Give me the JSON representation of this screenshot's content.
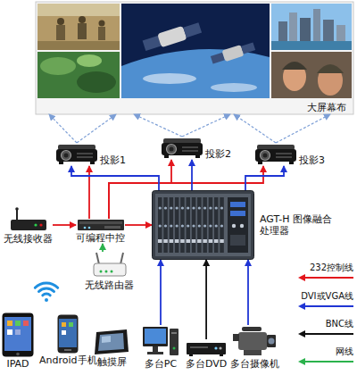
{
  "diagram": {
    "nodes": [
      {
        "text": [
          "大屏幕布"
        ]
      },
      {
        "text": [
          "投影1"
        ]
      },
      {
        "text": [
          "投影2"
        ]
      },
      {
        "text": [
          "投影3"
        ]
      },
      {
        "text": [
          "无线接收器"
        ]
      },
      {
        "text": [
          "可编程中控"
        ]
      },
      {
        "text": [
          "AGT-H 图像融合处理器"
        ]
      },
      {
        "text": [
          "无线路由器"
        ]
      },
      {
        "text": [
          "IPAD"
        ]
      },
      {
        "text": [
          "Android手机"
        ]
      },
      {
        "text": [
          "触摸屏"
        ]
      },
      {
        "text": [
          "多台PC"
        ]
      },
      {
        "text": [
          "多台DVD"
        ]
      },
      {
        "text": [
          "多台摄像机"
        ]
      }
    ],
    "edges": [
      {
        "from": 4,
        "to": 5,
        "arrow": "to"
      },
      {
        "from": 5,
        "to": 6,
        "arrow": "to"
      },
      {
        "from": 5,
        "to": 1,
        "arrow": "to"
      },
      {
        "from": 5,
        "to": 2,
        "arrow": "to"
      },
      {
        "from": 5,
        "to": 3,
        "arrow": "to"
      },
      {
        "from": 6,
        "to": 1,
        "arrow": "to"
      },
      {
        "from": 6,
        "to": 2,
        "arrow": "to"
      },
      {
        "from": 6,
        "to": 3,
        "arrow": "to"
      },
      {
        "from": 1,
        "to": 0,
        "arrow": "to"
      },
      {
        "from": 2,
        "to": 0,
        "arrow": "to"
      },
      {
        "from": 3,
        "to": 0,
        "arrow": "to"
      },
      {
        "from": 7,
        "to": 5,
        "arrow": "to"
      },
      {
        "from": 11,
        "to": 6,
        "arrow": "to"
      },
      {
        "from": 12,
        "to": 6,
        "arrow": "to"
      },
      {
        "from": 13,
        "to": 6,
        "arrow": "to"
      }
    ],
    "legend": [
      {
        "text": "232控制线"
      },
      {
        "text": "DVI或VGA线"
      },
      {
        "text": "BNC线"
      },
      {
        "text": "网线"
      }
    ]
  }
}
